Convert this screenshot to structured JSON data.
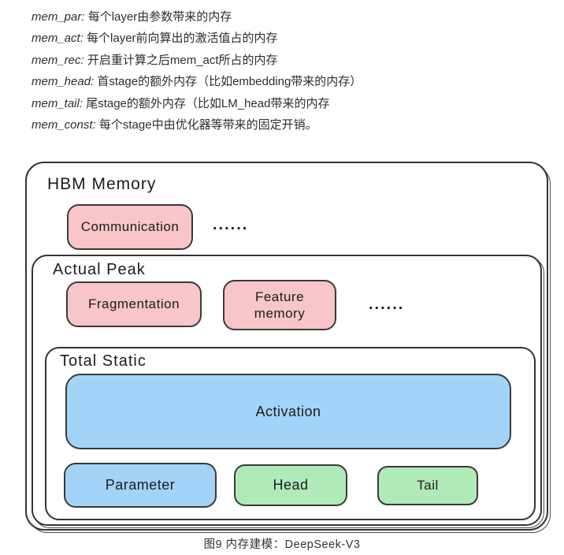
{
  "definitions": [
    {
      "term": "mem_par",
      "sep": ": ",
      "desc": "每个layer由参数带来的内存"
    },
    {
      "term": "mem_act",
      "sep": ": ",
      "desc": "每个layer前向算出的激活值占的内存"
    },
    {
      "term": "mem_rec",
      "sep": ": ",
      "desc": "开启重计算之后mem_act所占的内存"
    },
    {
      "term": "mem_head",
      "sep": ": ",
      "desc": "首stage的额外内存（比如embedding带来的内存）"
    },
    {
      "term": "mem_tail",
      "sep": ": ",
      "desc": "尾stage的额外内存（比如LM_head带来的内存"
    },
    {
      "term": "mem_const",
      "sep": ": ",
      "desc": "每个stage中由优化器等带来的固定开销。"
    }
  ],
  "diagram": {
    "hbm_label": "HBM Memory",
    "communication_label": "Communication",
    "dots1": "......",
    "peak_label": "Actual Peak",
    "fragmentation_label": "Fragmentation",
    "feature_label": "Feature memory",
    "dots2": "......",
    "static_label": "Total Static",
    "activation_label": "Activation",
    "parameter_label": "Parameter",
    "head_label": "Head",
    "tail_label": "Tail"
  },
  "caption": "图9 内存建模：DeepSeek-V3",
  "colors": {
    "pink": "#f8c5c9",
    "blue": "#a3d4f7",
    "green": "#b0eab8",
    "stroke": "#343434"
  }
}
